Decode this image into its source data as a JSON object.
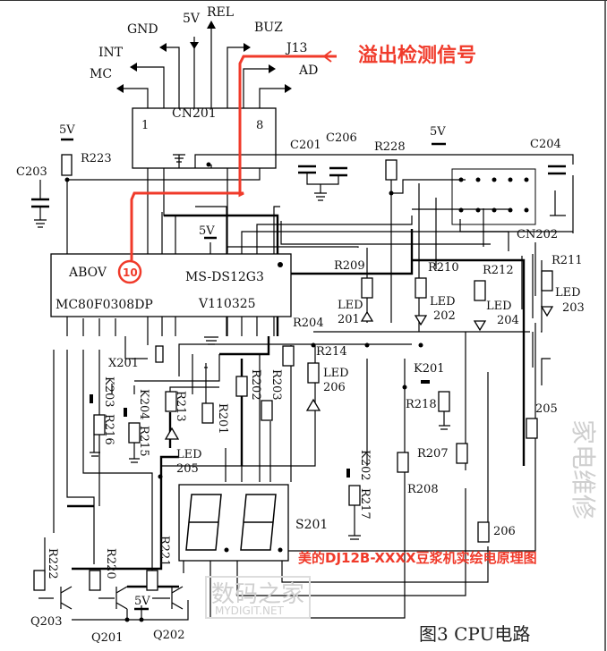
{
  "annotation": {
    "label": "溢出检测信号",
    "pin_number": "10",
    "color": "#f03a2a"
  },
  "caption_red": "美的DJ12B-XXXX豆浆机实绘电原理图",
  "figure_caption": "图3 CPU电路",
  "watermarks": [
    "数码之家",
    "MYDIGIT.NET",
    "家电维修"
  ],
  "cn201": {
    "name": "CN201",
    "pin_first": "1",
    "pin_last": "8",
    "signals": [
      "MC",
      "INT",
      "GND",
      "5V",
      "REL",
      "BUZ",
      "J13",
      "AD"
    ]
  },
  "mcu": {
    "brand": "ABOV",
    "part": "MS-DS12G3",
    "model": "MC80F0308DP",
    "code": "V110325"
  },
  "supply": "5V",
  "components": {
    "R223": "R223",
    "C203": "C203",
    "C201": "C201",
    "C206": "C206",
    "R228": "R228",
    "C204": "C204",
    "CN202": "CN202",
    "R209": "R209",
    "R210": "R210",
    "R212": "R212",
    "R211": "R211",
    "LED": "LED",
    "LED201": "201",
    "LED202": "202",
    "LED204": "204",
    "LED203": "203",
    "R204": "R204",
    "R214": "R214",
    "LED206": "206",
    "X201": "X201",
    "K203": "K203",
    "R216": "R216",
    "K204": "K204",
    "R215": "R215",
    "R213": "R213",
    "LED205": "205",
    "R201": "R201",
    "R202": "R202",
    "R203": "R203",
    "K201": "K201",
    "R218": "R218",
    "R207": "R207",
    "R208": "R208",
    "R205": "205",
    "R206": "206",
    "K202": "K202",
    "R217": "R217",
    "S201": "S201",
    "R222": "R222",
    "R220": "R220",
    "R221": "R221",
    "Q203": "Q203",
    "Q201": "Q201",
    "Q202": "Q202"
  }
}
